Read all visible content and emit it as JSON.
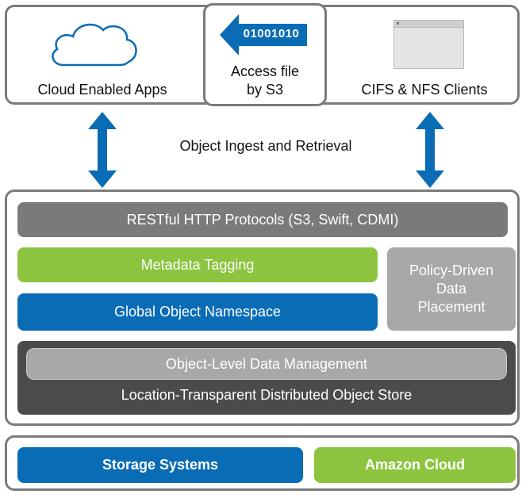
{
  "top": {
    "cloud_apps_label": "Cloud Enabled Apps",
    "s3_binary": "01001010",
    "s3_label_line1": "Access file",
    "s3_label_line2": "by S3",
    "clients_label": "CIFS & NFS Clients"
  },
  "middle": {
    "ingest_label": "Object Ingest and Retrieval"
  },
  "stack": {
    "restful": "RESTful HTTP Protocols (S3, Swift, CDMI)",
    "metadata": "Metadata Tagging",
    "namespace": "Global Object Namespace",
    "policy_line1": "Policy-Driven",
    "policy_line2": "Data",
    "policy_line3": "Placement",
    "object_mgmt": "Object-Level Data Management",
    "object_store": "Location-Transparent Distributed Object Store"
  },
  "bottom": {
    "storage": "Storage Systems",
    "amazon": "Amazon Cloud"
  },
  "colors": {
    "blue": "#0a6cb5",
    "green": "#8cc43f",
    "gray": "#7a7a7c",
    "light_gray": "#a6a8aa",
    "dark": "#4b4b4d"
  }
}
